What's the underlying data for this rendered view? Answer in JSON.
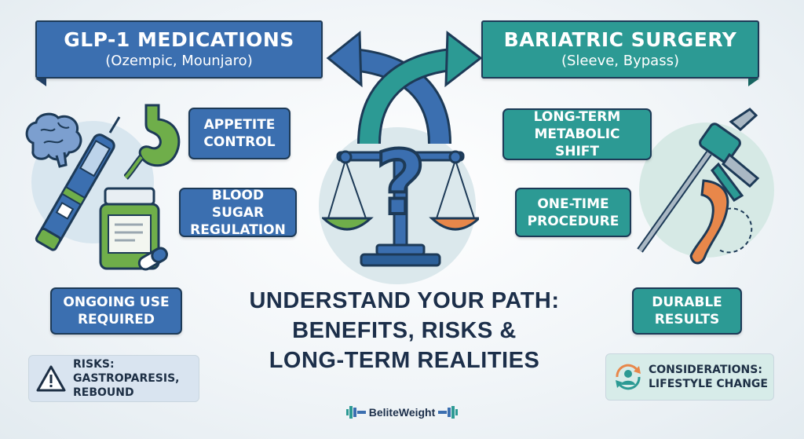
{
  "left_banner": {
    "title": "GLP-1 MEDICATIONS",
    "subtitle": "(Ozempic, Mounjaro)"
  },
  "right_banner": {
    "title": "BARIATRIC SURGERY",
    "subtitle": "(Sleeve, Bypass)"
  },
  "left_callouts": [
    {
      "label": "APPETITE\nCONTROL"
    },
    {
      "label": "BLOOD SUGAR\nREGULATION"
    },
    {
      "label": "ONGOING USE\nREQUIRED"
    }
  ],
  "right_callouts": [
    {
      "label": "LONG-TERM\nMETABOLIC SHIFT"
    },
    {
      "label": "ONE-TIME\nPROCEDURE"
    },
    {
      "label": "DURABLE\nRESULTS"
    }
  ],
  "left_risk": {
    "label": "RISKS:\nGASTROPARESIS,\nREBOUND",
    "icon": "warning-icon"
  },
  "right_risk": {
    "label": "CONSIDERATIONS:\nLIFESTYLE CHANGE",
    "icon": "person-cycle-icon"
  },
  "headline": {
    "line1": "UNDERSTAND YOUR PATH:",
    "line2": "BENEFITS, RISKS &",
    "line3": "LONG-TERM REALITIES"
  },
  "brand": {
    "name": "BeliteWeight"
  },
  "colors": {
    "blue": "#3b6fb0",
    "teal": "#2c9a94",
    "navy": "#1d3a57",
    "green": "#6fae4a",
    "orange": "#e8874a"
  }
}
